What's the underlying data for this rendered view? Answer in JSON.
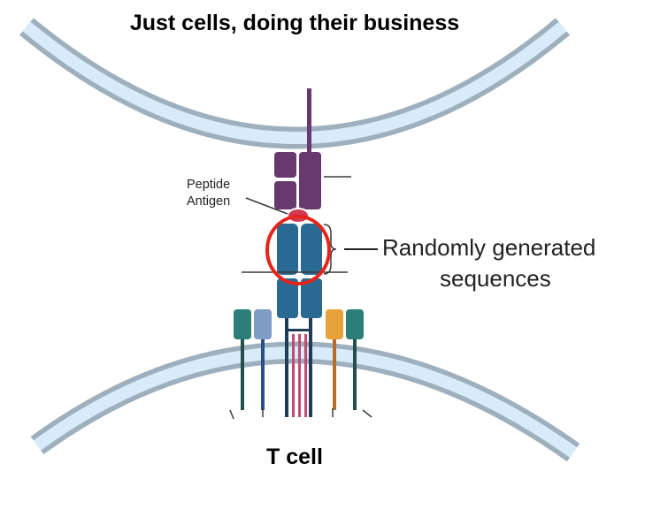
{
  "title": "Just cells, doing their business",
  "bottom_label": "T cell",
  "peptide_label": {
    "line1": "Peptide",
    "line2": "Antigen"
  },
  "callout": {
    "line1": "Randomly generated",
    "line2": "sequences"
  },
  "colors": {
    "membrane_outer": "#9eb0bd",
    "membrane_inner": "#d7ecf8",
    "mhc_purple": "#68386e",
    "tcr_blue": "#2a6a92",
    "peptide_red": "#d23a55",
    "highlight_circle": "#e5241b",
    "coreceptor_green": "#2c7f78",
    "coreceptor_lightblue": "#7d9dc5",
    "coreceptor_orange": "#e8a23c",
    "stalk_green": "#234f4c",
    "stalk_navy": "#2b4f86",
    "stalk_orange": "#b56d2d",
    "cd3_pink": "#c24a72",
    "line_gray": "#3a3a3a"
  }
}
